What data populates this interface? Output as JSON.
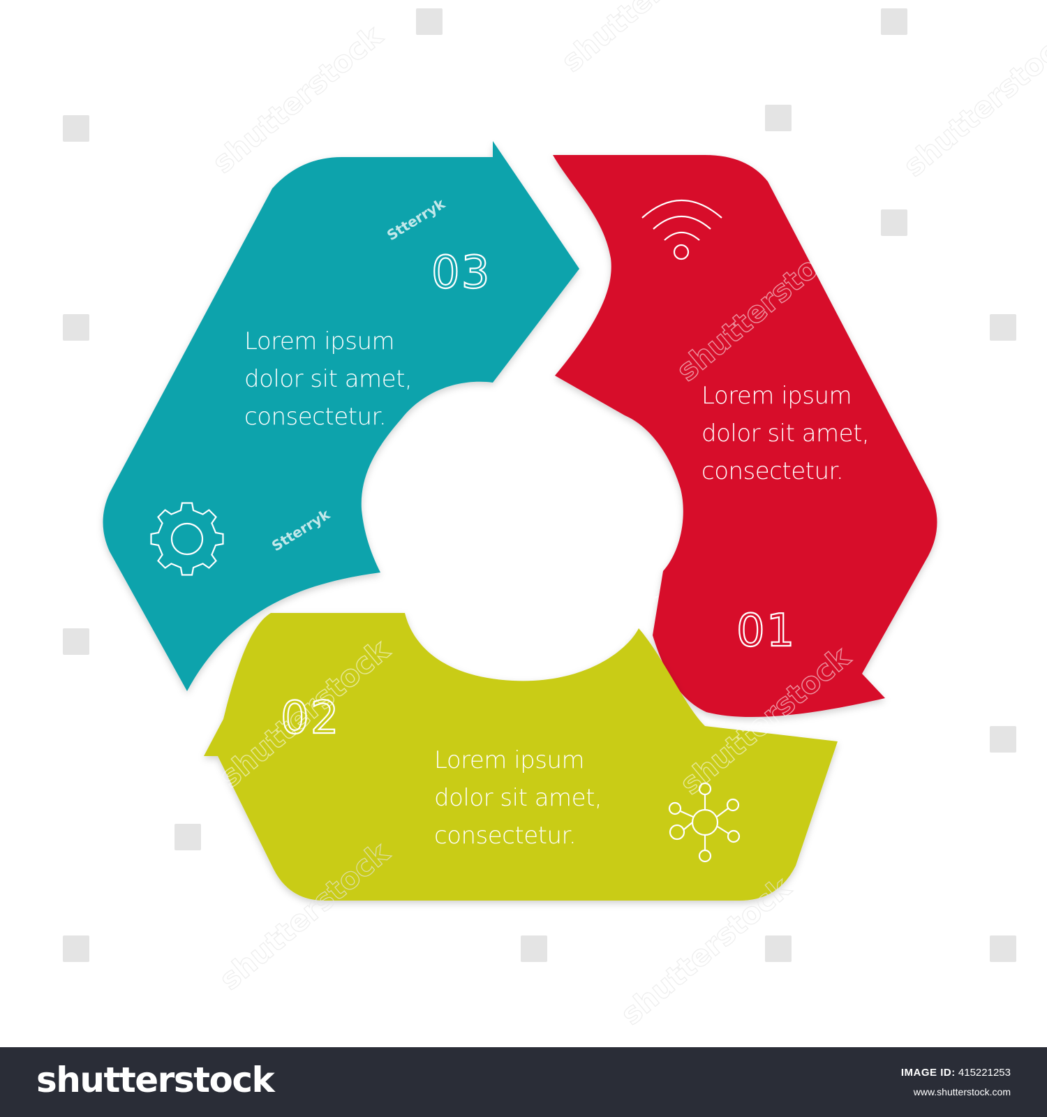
{
  "segments": [
    {
      "number": "01",
      "color": "#d7092c",
      "icon": "wifi-icon",
      "text_lines": [
        "Lorem ipsum",
        "dolor sit amet,",
        "consectetur."
      ]
    },
    {
      "number": "02",
      "color": "#c9cc16",
      "icon": "network-icon",
      "text_lines": [
        "Lorem ipsum",
        "dolor sit amet,",
        "consectetur."
      ]
    },
    {
      "number": "03",
      "color": "#0ea3ac",
      "icon": "gear-icon",
      "text_lines": [
        "Lorem ipsum",
        "dolor sit amet,",
        "consectetur."
      ]
    }
  ],
  "watermarks": {
    "author": "Stterryk",
    "site": "shutterstock"
  },
  "footer": {
    "brand": "shutterstock",
    "image_id_label": "IMAGE ID:",
    "image_id": "415221253",
    "url": "www.shutterstock.com",
    "background": "#2a2d37"
  }
}
